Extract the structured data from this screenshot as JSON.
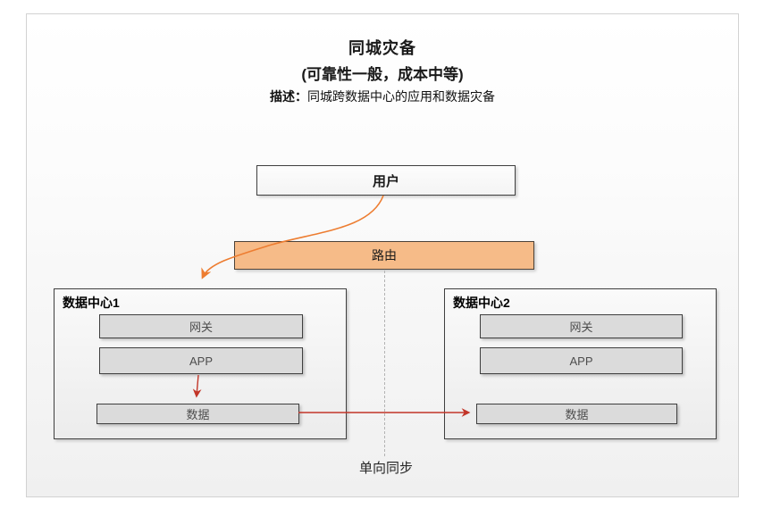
{
  "header": {
    "title": "同城灾备",
    "subtitle": "(可靠性一般，成本中等)",
    "desc_label": "描述：",
    "desc_text": "同城跨数据中心的应用和数据灾备"
  },
  "nodes": {
    "user": "用户",
    "router": "路由"
  },
  "datacenters": [
    {
      "title": "数据中心1",
      "gateway": "网关",
      "app": "APP",
      "data": "数据"
    },
    {
      "title": "数据中心2",
      "gateway": "网关",
      "app": "APP",
      "data": "数据"
    }
  ],
  "annotations": {
    "sync_label": "单向同步"
  },
  "colors": {
    "router_fill": "#f6bb88",
    "orange_arrow": "#ed7d31",
    "red_arrow": "#c23528",
    "inner_box_fill": "#dbdbdb",
    "border_dark": "#3f3f3f",
    "frame_border": "#d2d2d2",
    "dashed_line": "#b3b3b3"
  }
}
